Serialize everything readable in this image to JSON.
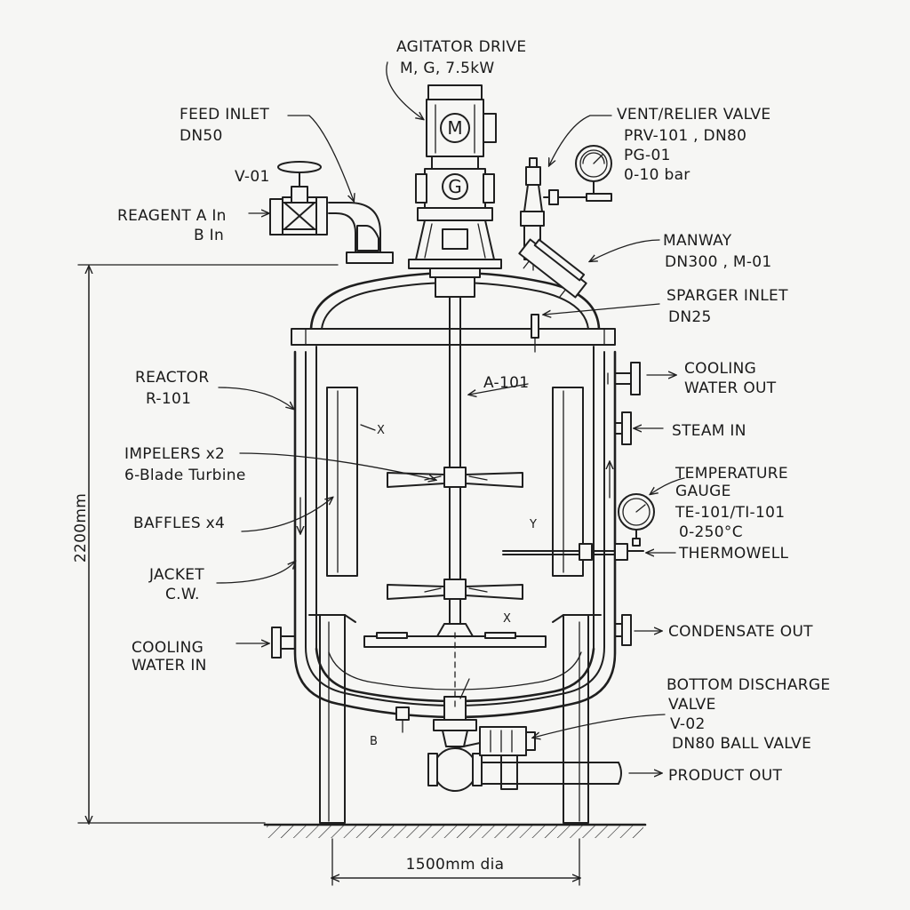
{
  "labels": {
    "agitator_title": "AGITATOR DRIVE",
    "agitator_spec": "M, G, 7.5kW",
    "feed_title": "FEED INLET",
    "feed_spec": "DN50",
    "valve_v01": "V-01",
    "reagent_a": "REAGENT A In",
    "reagent_b": "B In",
    "vent_title": "VENT/RELIER VALVE",
    "vent_spec": "PRV-101 , DN80",
    "pg_id": "PG-01",
    "pg_range": "0-10 bar",
    "manway_title": "MANWAY",
    "manway_spec": "DN300 , M-01",
    "sparger_title": "SPARGER INLET",
    "sparger_spec": "DN25",
    "reactor_title": "REACTOR",
    "reactor_id": "R-101",
    "shaft_id": "A-101",
    "cooling_out_1": "COOLING",
    "cooling_out_2": "WATER OUT",
    "steam_in": "STEAM IN",
    "impellers_title": "IMPELERS x2",
    "impellers_spec": "6-Blade Turbine",
    "temp_title_1": "TEMPERATURE",
    "temp_title_2": "GAUGE",
    "temp_id": "TE-101/TI-101",
    "temp_range": "0-250°C",
    "thermowell": "THERMOWELL",
    "baffles": "BAFFLES x4",
    "jacket_title": "JACKET",
    "jacket_spec": "C.W.",
    "cooling_in_1": "COOLING",
    "cooling_in_2": "WATER IN",
    "condensate_out": "CONDENSATE OUT",
    "bottom_title_1": "BOTTOM DISCHARGE",
    "bottom_title_2": "VALVE",
    "bottom_id": "V-02",
    "bottom_spec": "DN80 BALL VALVE",
    "product_out": "PRODUCT OUT",
    "height_dim": "2200mm",
    "diameter_dim": "1500mm dia",
    "motor_letter": "M",
    "gear_letter": "G",
    "mark_x": "X",
    "mark_y": "Y",
    "mark_b": "B"
  }
}
